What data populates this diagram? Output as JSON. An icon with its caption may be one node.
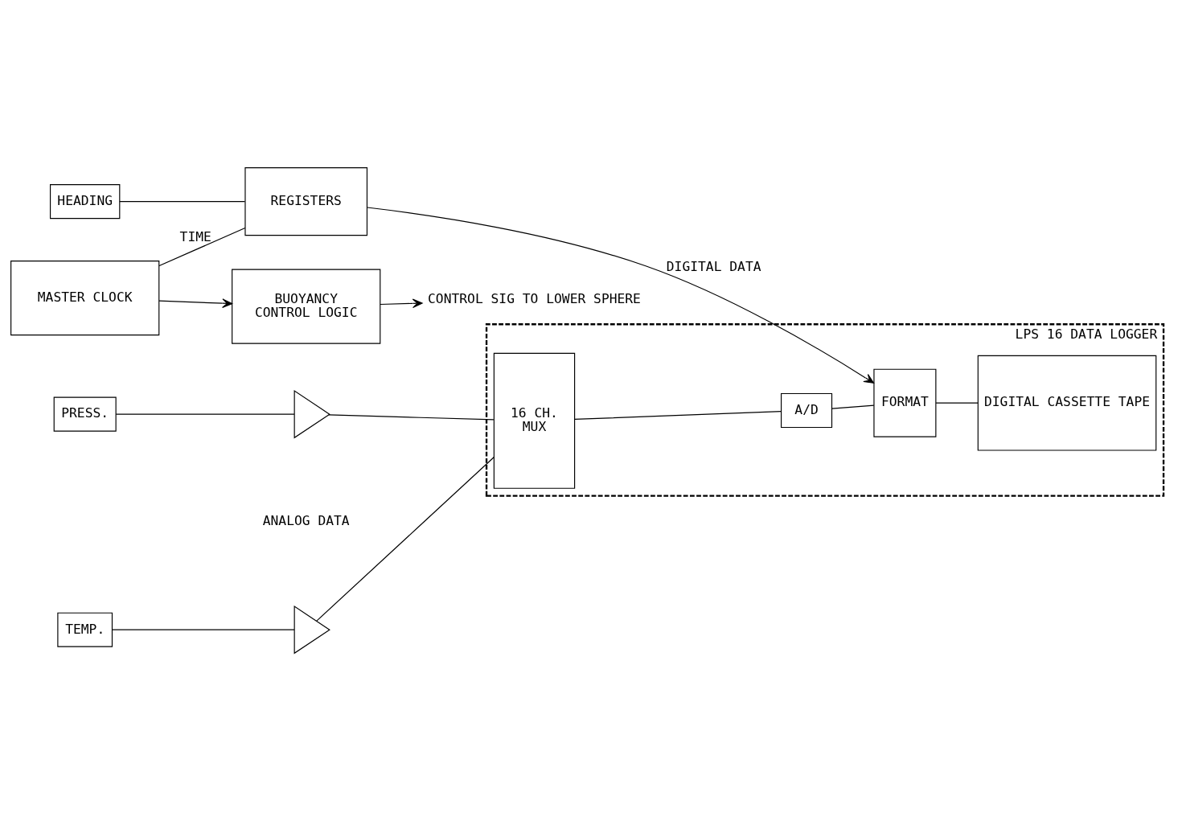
{
  "diagram": {
    "nodes": [
      {
        "text": [
          "LPS 16 DATA LOGGER"
        ]
      },
      {
        "text": [
          "PRESS."
        ]
      },
      {
        "text": [
          "TEMP."
        ]
      },
      {
        "text": [],
        "shape": "triangle"
      },
      {
        "text": [],
        "shape": "triangle"
      },
      {
        "text": [
          "16 CH.",
          "MUX"
        ],
        "in": 0
      },
      {
        "text": [
          "A/D"
        ],
        "in": 0
      },
      {
        "text": [
          "FORMAT"
        ],
        "in": 0
      },
      {
        "text": [
          "DIGITAL CASSETTE TAPE"
        ],
        "in": 0
      },
      {
        "text": [
          "HEADING"
        ]
      },
      {
        "text": [
          "REGISTERS"
        ]
      },
      {
        "text": [
          "MASTER CLOCK"
        ]
      },
      {
        "text": [
          "BUOYANCY",
          "CONTROL LOGIC"
        ]
      },
      {
        "text": [
          "CONTROL SIG TO LOWER SPHERE"
        ]
      }
    ],
    "edges": [
      {
        "from": 1,
        "to": 3,
        "arrow": "none"
      },
      {
        "from": 2,
        "to": 4,
        "arrow": "none"
      },
      {
        "from": 3,
        "to": 5,
        "arrow": "none"
      },
      {
        "from": 4,
        "to": 5,
        "arrow": "none"
      },
      {
        "from": 5,
        "to": 6,
        "arrow": "none"
      },
      {
        "from": 6,
        "to": 7,
        "arrow": "none"
      },
      {
        "from": 7,
        "to": 8,
        "arrow": "none"
      },
      {
        "from": 9,
        "to": 10,
        "arrow": "none"
      },
      {
        "from": 10,
        "to": 7,
        "arrow": "to",
        "label": "DIGITAL DATA"
      },
      {
        "from": 11,
        "to": 10,
        "arrow": "none",
        "label": "TIME"
      },
      {
        "from": 11,
        "to": 12,
        "arrow": "to"
      },
      {
        "from": 12,
        "to": 13,
        "arrow": "to"
      }
    ],
    "labels": [
      "ANALOG DATA"
    ]
  }
}
